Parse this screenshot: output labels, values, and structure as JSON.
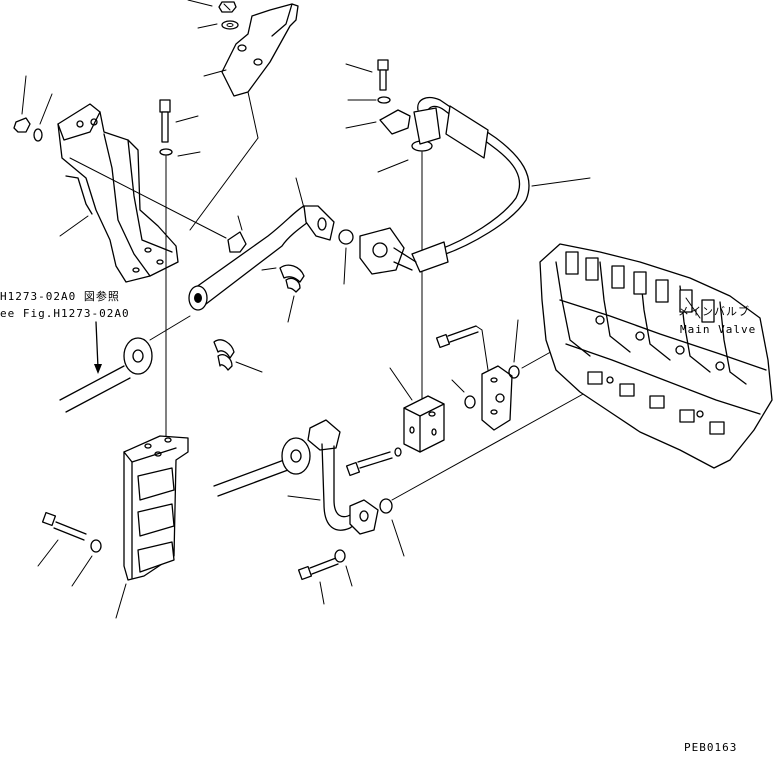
{
  "labels": {
    "ref_jp": "H1273-02A0 図参照",
    "ref_en": "ee Fig.H1273-02A0",
    "main_valve_jp": "メインバルブ",
    "main_valve_en": "Main Valve",
    "drawing_no": "PEB0163"
  },
  "icons": [
    "bolt-icon",
    "nut-icon",
    "washer-icon",
    "o-ring-icon",
    "clamp-icon",
    "hose-icon",
    "bracket-icon",
    "valve-block-icon"
  ]
}
